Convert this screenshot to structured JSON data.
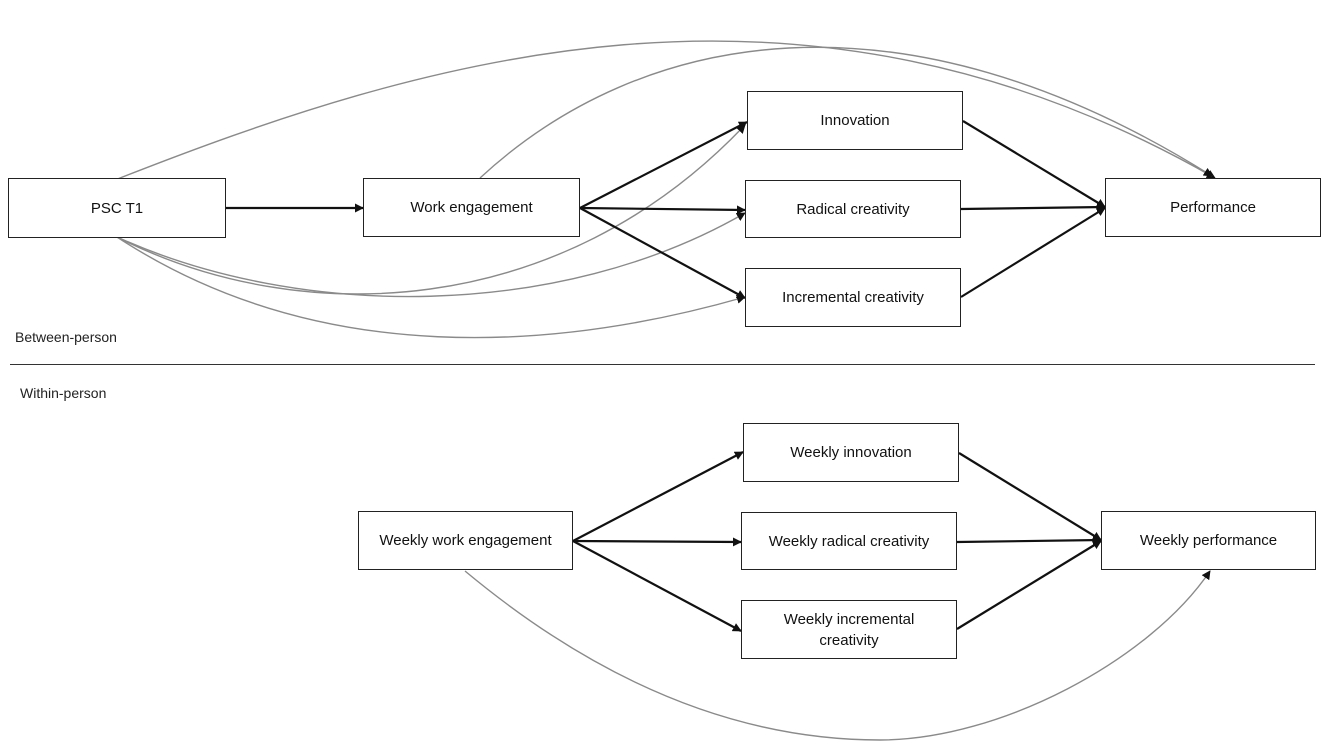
{
  "sections": {
    "between": "Between-person",
    "within": "Within-person"
  },
  "nodes": {
    "psc": "PSC T1",
    "work_engagement": "Work engagement",
    "innovation": "Innovation",
    "radical_creativity": "Radical creativity",
    "incremental_creativity": "Incremental creativity",
    "performance": "Performance",
    "weekly_work_engagement": "Weekly work engagement",
    "weekly_innovation": "Weekly innovation",
    "weekly_radical_creativity": "Weekly radical creativity",
    "weekly_incremental_creativity": "Weekly incremental creativity",
    "weekly_performance": "Weekly performance"
  },
  "edges": [
    {
      "from": "psc",
      "to": "work_engagement",
      "style": "direct"
    },
    {
      "from": "work_engagement",
      "to": "innovation",
      "style": "direct"
    },
    {
      "from": "work_engagement",
      "to": "radical_creativity",
      "style": "direct"
    },
    {
      "from": "work_engagement",
      "to": "incremental_creativity",
      "style": "direct"
    },
    {
      "from": "innovation",
      "to": "performance",
      "style": "direct"
    },
    {
      "from": "radical_creativity",
      "to": "performance",
      "style": "direct"
    },
    {
      "from": "incremental_creativity",
      "to": "performance",
      "style": "direct"
    },
    {
      "from": "psc",
      "to": "performance",
      "style": "control"
    },
    {
      "from": "work_engagement",
      "to": "performance",
      "style": "control"
    },
    {
      "from": "psc",
      "to": "innovation",
      "style": "control"
    },
    {
      "from": "psc",
      "to": "radical_creativity",
      "style": "control"
    },
    {
      "from": "psc",
      "to": "incremental_creativity",
      "style": "control"
    },
    {
      "from": "weekly_work_engagement",
      "to": "weekly_innovation",
      "style": "direct"
    },
    {
      "from": "weekly_work_engagement",
      "to": "weekly_radical_creativity",
      "style": "direct"
    },
    {
      "from": "weekly_work_engagement",
      "to": "weekly_incremental_creativity",
      "style": "direct"
    },
    {
      "from": "weekly_innovation",
      "to": "weekly_performance",
      "style": "direct"
    },
    {
      "from": "weekly_radical_creativity",
      "to": "weekly_performance",
      "style": "direct"
    },
    {
      "from": "weekly_incremental_creativity",
      "to": "weekly_performance",
      "style": "direct"
    },
    {
      "from": "weekly_work_engagement",
      "to": "weekly_performance",
      "style": "control"
    }
  ]
}
